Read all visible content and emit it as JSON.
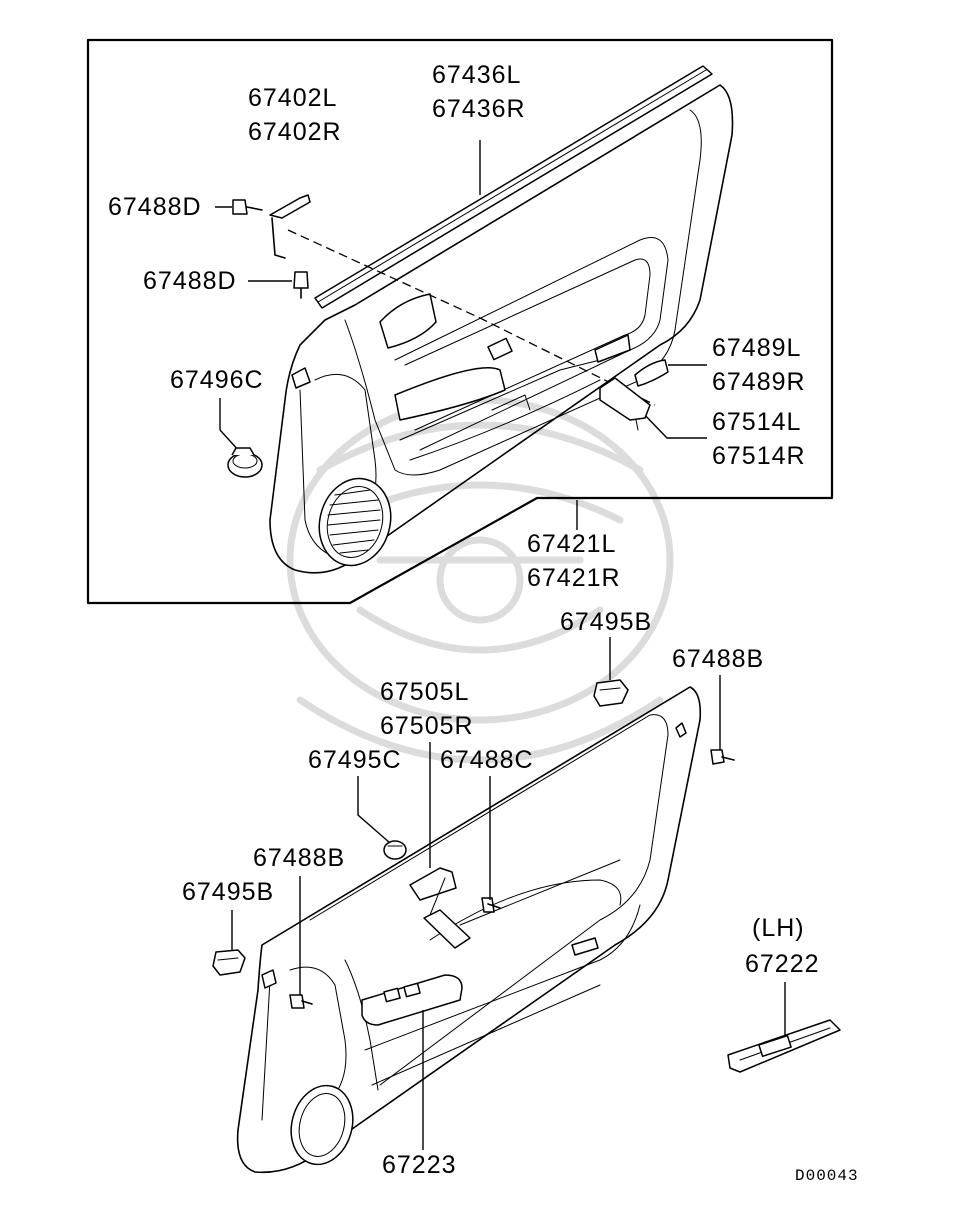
{
  "labels": {
    "p67436": [
      "67436L",
      "67436R"
    ],
    "p67402": [
      "67402L",
      "67402R"
    ],
    "p67488D_a": "67488D",
    "p67488D_b": "67488D",
    "p67496C": "67496C",
    "p67489": [
      "67489L",
      "67489R"
    ],
    "p67514": [
      "67514L",
      "67514R"
    ],
    "p67421": [
      "67421L",
      "67421R"
    ],
    "p67495B_top": "67495B",
    "p67488B_right": "67488B",
    "p67505": [
      "67505L",
      "67505R"
    ],
    "p67495C": "67495C",
    "p67488C": "67488C",
    "p67488B_left": "67488B",
    "p67495B_left": "67495B",
    "lh_note": "(LH)",
    "p67222": "67222",
    "p67223": "67223"
  },
  "diagram_code": "D00043"
}
